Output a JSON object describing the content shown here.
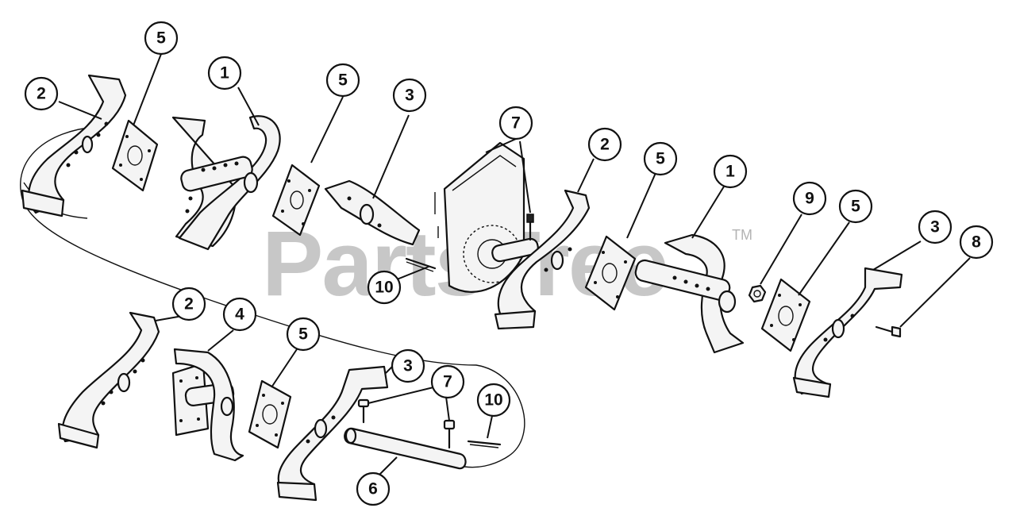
{
  "watermark": {
    "text": "PartsTree",
    "trademark": "TM"
  },
  "callouts": [
    {
      "id": "c-5-a",
      "label": "5"
    },
    {
      "id": "c-2-a",
      "label": "2"
    },
    {
      "id": "c-1-a",
      "label": "1"
    },
    {
      "id": "c-5-b",
      "label": "5"
    },
    {
      "id": "c-3-a",
      "label": "3"
    },
    {
      "id": "c-7-a",
      "label": "7"
    },
    {
      "id": "c-2-b",
      "label": "2"
    },
    {
      "id": "c-5-c",
      "label": "5"
    },
    {
      "id": "c-1-b",
      "label": "1"
    },
    {
      "id": "c-9",
      "label": "9"
    },
    {
      "id": "c-5-d",
      "label": "5"
    },
    {
      "id": "c-3-b",
      "label": "3"
    },
    {
      "id": "c-8",
      "label": "8"
    },
    {
      "id": "c-10-a",
      "label": "10"
    },
    {
      "id": "c-2-c",
      "label": "2"
    },
    {
      "id": "c-4",
      "label": "4"
    },
    {
      "id": "c-5-e",
      "label": "5"
    },
    {
      "id": "c-3-c",
      "label": "3"
    },
    {
      "id": "c-7-b",
      "label": "7"
    },
    {
      "id": "c-10-b",
      "label": "10"
    },
    {
      "id": "c-6",
      "label": "6"
    }
  ]
}
